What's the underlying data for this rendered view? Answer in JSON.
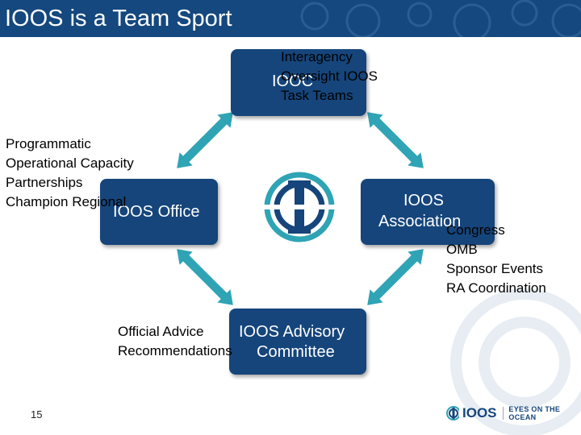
{
  "title": "IOOS is a Team Sport",
  "nodes": {
    "iooc": {
      "label": "IOOC",
      "notes": [
        "Interagency",
        "Oversight IOOS",
        "Task Teams"
      ]
    },
    "office": {
      "label": "IOOS Office",
      "notes": [
        "Programmatic",
        "Operational Capacity",
        "Partnerships",
        "Champion Regional"
      ]
    },
    "association": {
      "label_line1": "IOOS",
      "label_line2": "Association",
      "notes": [
        "Congress",
        "OMB",
        "Sponsor Events",
        "RA Coordination"
      ]
    },
    "advisory": {
      "label_line1": "IOOS Advisory",
      "label_line2": "Committee",
      "notes": [
        "Official Advice",
        "Recommendations"
      ]
    }
  },
  "footer": {
    "page_number": "15",
    "logo_word": "IOOS",
    "tagline": "EYES ON THE OCEAN"
  },
  "colors": {
    "title_bar": "#14487e",
    "box": "#15457b",
    "arrow": "#2ea4b5",
    "logo_teal": "#2ea4b5"
  },
  "icons": [
    "ioos-logo-icon",
    "double-arrow-icon"
  ]
}
